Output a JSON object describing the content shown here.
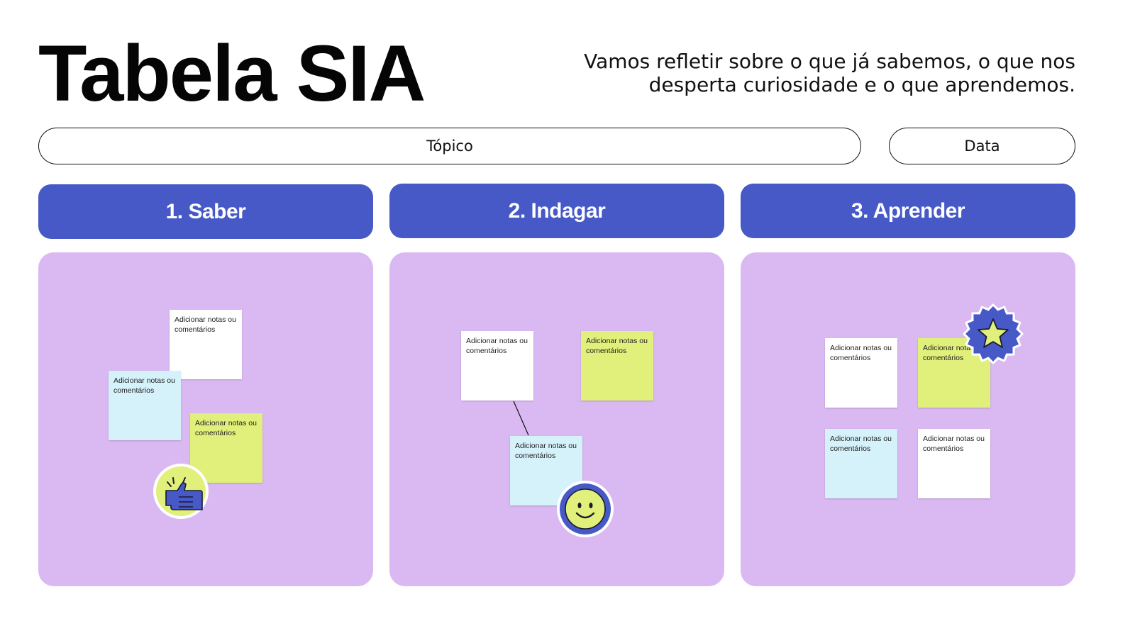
{
  "page": {
    "title": "Tabela SIA",
    "subtitle": "Vamos refletir sobre o que já sabemos, o que nos desperta curiosidade e o que aprendemos."
  },
  "fields": {
    "topic_label": "Tópico",
    "date_label": "Data"
  },
  "columns": [
    {
      "header": "1. Saber",
      "notes": [
        {
          "text": "Adicionar notas ou comentários",
          "color": "white"
        },
        {
          "text": "Adicionar notas ou comentários",
          "color": "blue"
        },
        {
          "text": "Adicionar notas ou comentários",
          "color": "green"
        }
      ],
      "sticker": "thumbs-up-icon"
    },
    {
      "header": "2. Indagar",
      "notes": [
        {
          "text": "Adicionar notas ou comentários",
          "color": "white"
        },
        {
          "text": "Adicionar notas ou comentários",
          "color": "green"
        },
        {
          "text": "Adicionar notas ou comentários",
          "color": "blue"
        }
      ],
      "sticker": "smiley-face-icon"
    },
    {
      "header": "3. Aprender",
      "notes": [
        {
          "text": "Adicionar notas ou comentários",
          "color": "white"
        },
        {
          "text": "Adicionar notas ou comentários",
          "color": "green"
        },
        {
          "text": "Adicionar notas ou comentários",
          "color": "blue"
        },
        {
          "text": "Adicionar notas ou comentários",
          "color": "white"
        }
      ],
      "sticker": "star-badge-icon"
    }
  ],
  "colors": {
    "header_blue": "#4659c7",
    "panel_purple": "#dab9f2",
    "note_white": "#ffffff",
    "note_blue": "#d5f2fb",
    "note_green": "#e0f07a"
  }
}
